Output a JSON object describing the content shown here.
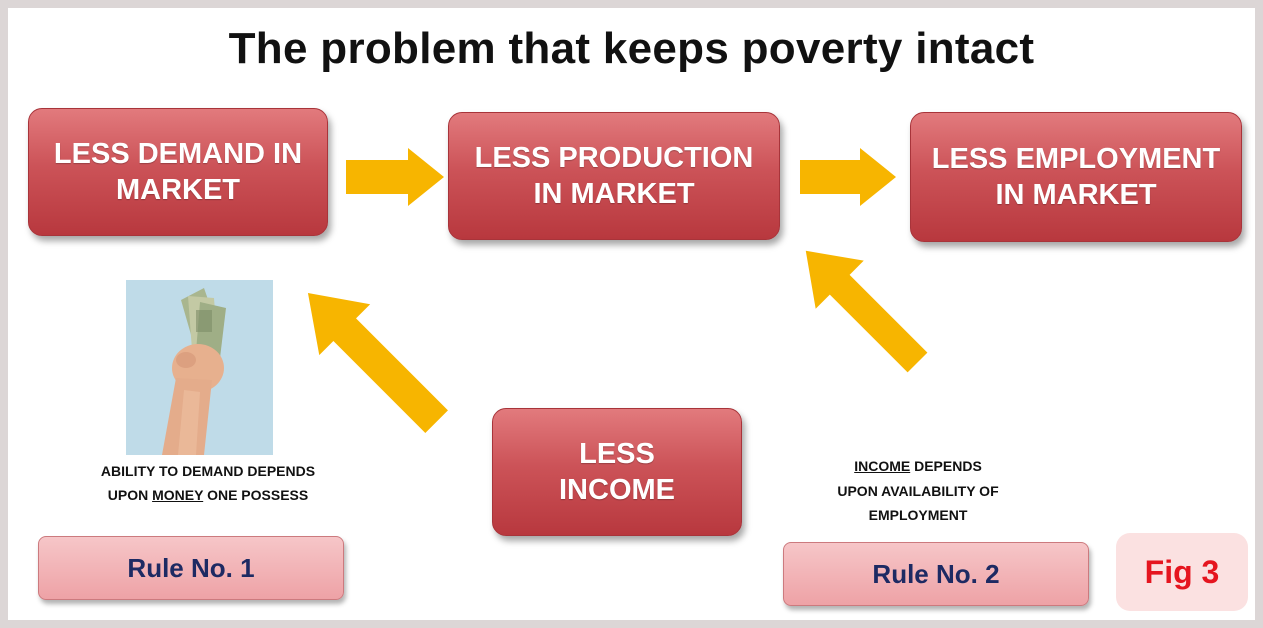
{
  "title": "The problem that keeps poverty intact",
  "boxes": {
    "demand": {
      "line1": "LESS DEMAND IN",
      "line2": "MARKET"
    },
    "production": {
      "line1": "LESS PRODUCTION",
      "line2": "IN MARKET"
    },
    "employment": {
      "line1": "LESS EMPLOYMENT",
      "line2": "IN MARKET"
    },
    "income": {
      "line1": "LESS",
      "line2": "INCOME"
    }
  },
  "notes": {
    "rule1": {
      "line1": "ABILITY TO DEMAND DEPENDS",
      "line2_pre": "UPON ",
      "line2_underlined": "MONEY",
      "line2_post": " ONE POSSESS"
    },
    "rule2": {
      "line1_underlined": "INCOME",
      "line1_post": " DEPENDS",
      "line2": "UPON AVAILABILITY OF",
      "line3": "EMPLOYMENT"
    }
  },
  "rules": {
    "rule1": "Rule No. 1",
    "rule2": "Rule No. 2"
  },
  "figure_label": "Fig 3",
  "colors": {
    "box_red": "#cc5358",
    "arrow_yellow": "#f7b500",
    "rule_pink": "#f2b0b3",
    "rule_text": "#1d2a63",
    "fig_text": "#e5151f"
  },
  "icons": {
    "image": "hand-holding-money-photo"
  }
}
